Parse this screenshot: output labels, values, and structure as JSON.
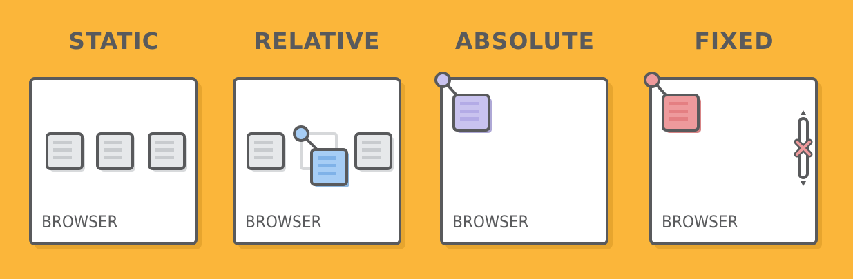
{
  "panels": [
    {
      "title": "STATIC",
      "label": "BROWSER"
    },
    {
      "title": "RELATIVE",
      "label": "BROWSER"
    },
    {
      "title": "ABSOLUTE",
      "label": "BROWSER"
    },
    {
      "title": "FIXED",
      "label": "BROWSER"
    }
  ],
  "colors": {
    "background": "#FBB63A",
    "ink": "#595A5C",
    "static_box": "#E6E8EA",
    "relative_box": "#A6CDF5",
    "absolute_box": "#C9C3EF",
    "fixed_box": "#EE9A9C",
    "pin_relative": "#A6CDF5",
    "pin_absolute": "#C9C3EF",
    "pin_fixed": "#EE9A9C"
  },
  "icons": [
    "document-box-icon",
    "pin-icon",
    "scrollbar-icon",
    "close-x-icon"
  ]
}
